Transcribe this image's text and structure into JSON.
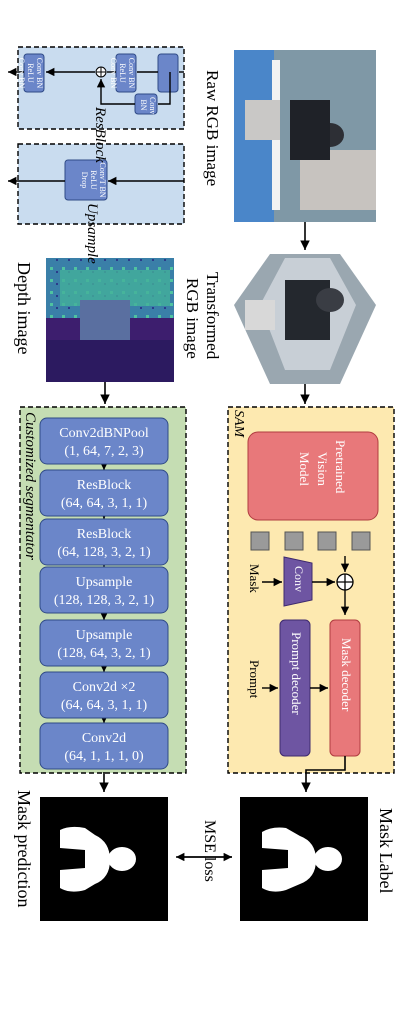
{
  "top_left": {
    "resblock_label": "ResBlock",
    "resblock_boxes": [
      "Conv BN ReLU Conv BN",
      "Conv BN ReLU Conv BN",
      "Conv BN"
    ],
    "upsample_label": "Upsample",
    "upsample_box": "ConvT BN ReLU Drop"
  },
  "top_right": {
    "raw_label": "Raw RGB image",
    "transformed_label_1": "Transformed",
    "transformed_label_2": "RGB image"
  },
  "segmentator": {
    "title": "Customized segmentator",
    "depth_label": "Depth image",
    "blocks": [
      {
        "name": "Conv2dBNPool",
        "params": "(1, 64, 7, 2, 3)"
      },
      {
        "name": "ResBlock",
        "params": "(64, 64, 3, 1, 1)"
      },
      {
        "name": "ResBlock",
        "params": "(64, 128, 3, 2, 1)"
      },
      {
        "name": "Upsample",
        "params": "(128, 128, 3, 2, 1)"
      },
      {
        "name": "Upsample",
        "params": "(128, 64, 3, 2, 1)"
      },
      {
        "name": "Conv2d ×2",
        "params": "(64, 64, 3, 1, 1)"
      },
      {
        "name": "Conv2d",
        "params": "(64, 1, 1, 1, 0)"
      }
    ]
  },
  "sam": {
    "title": "SAM",
    "pretrained_1": "Pretrained",
    "pretrained_2": "Vision",
    "pretrained_3": "Model",
    "mask_input": "Mask",
    "conv": "Conv",
    "prompt_input": "Prompt",
    "prompt_decoder": "Prompt decoder",
    "mask_decoder": "Mask decoder"
  },
  "bottom": {
    "mask_prediction": "Mask prediction",
    "mask_label": "Mask Label",
    "loss": "MSE loss"
  },
  "colors": {
    "blue_box": "#6b86c9",
    "blue_panel": "#c9dcef",
    "green_panel": "#c5ddb3",
    "yellow_panel": "#fde9b0",
    "red_box": "#e8787a",
    "purple_box": "#6e55a2",
    "gray_token": "#9a9a9a"
  }
}
